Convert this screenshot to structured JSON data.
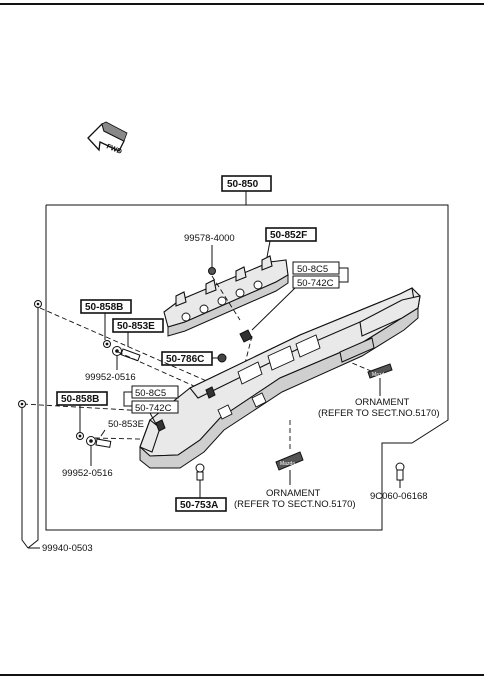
{
  "direction": {
    "label": "FWD",
    "icon": "forward-arrow-icon"
  },
  "callouts": {
    "main": "50-850",
    "p852f": "50-852F",
    "p858b_upper": "50-858B",
    "p853e_upper": "50-853E",
    "p786c": "50-786C",
    "p858b_lower": "50-858B",
    "p753a": "50-753A",
    "bolt_99578": "99578-4000",
    "s8c5_upper": "50-8C5",
    "s742c_upper": "50-742C",
    "s8c5_lower": "50-8C5",
    "s742c_lower": "50-742C",
    "s853e_lower": "50-853E",
    "w_99952_upper": "99952-0516",
    "w_99952_lower": "99952-0516",
    "screw_90060": "9C060-06168",
    "clip_99940": "99940-0503"
  },
  "ornament_right": {
    "title": "ORNAMENT",
    "note": "(REFER TO SECT.NO.5170)"
  },
  "ornament_lower": {
    "title": "ORNAMENT",
    "note": "(REFER TO SECT.NO.5170)"
  }
}
